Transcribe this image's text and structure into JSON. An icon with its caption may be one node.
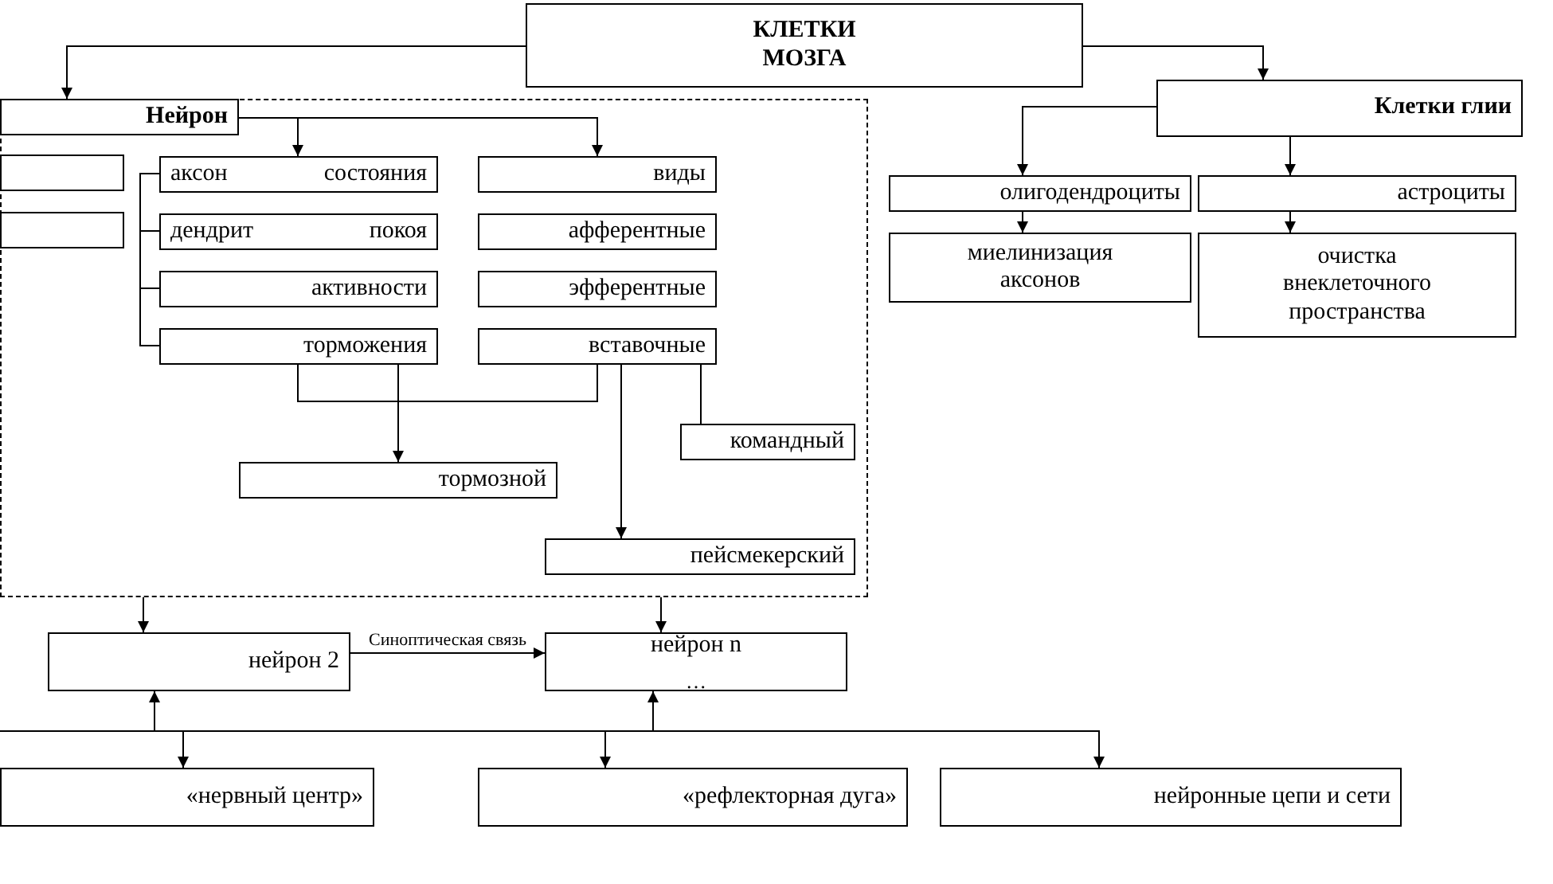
{
  "diagram": {
    "nodes": [
      {
        "text": [
          "КЛЕТКИ МОЗГА"
        ]
      },
      {
        "text": [],
        "shape": "box"
      },
      {
        "text": [
          "Нейрон"
        ],
        "in": 1
      },
      {
        "text": [],
        "shape": "box",
        "in": 1
      },
      {
        "text": [],
        "shape": "box",
        "in": 1
      },
      {
        "text": [
          "аксон",
          "состояния"
        ],
        "in": 1
      },
      {
        "text": [
          "дендрит",
          "покоя"
        ],
        "in": 1
      },
      {
        "text": [
          "активности"
        ],
        "in": 1
      },
      {
        "text": [
          "торможения"
        ],
        "in": 1
      },
      {
        "text": [
          "виды"
        ],
        "in": 1
      },
      {
        "text": [
          "афферентные"
        ],
        "in": 1
      },
      {
        "text": [
          "эфферентные"
        ],
        "in": 1
      },
      {
        "text": [
          "вставочные"
        ],
        "in": 1
      },
      {
        "text": [
          "командный"
        ],
        "in": 1
      },
      {
        "text": [
          "тормозной"
        ],
        "in": 1
      },
      {
        "text": [
          "пейсмекерский"
        ],
        "in": 1
      },
      {
        "text": [
          "Клетки глии"
        ]
      },
      {
        "text": [
          "олигодендроциты"
        ]
      },
      {
        "text": [
          "астроциты"
        ]
      },
      {
        "text": [
          "миелинизация аксонов"
        ]
      },
      {
        "text": [
          "очистка внеклеточного пространства"
        ]
      },
      {
        "text": [
          "нейрон 2"
        ]
      },
      {
        "text": [
          "нейрон n",
          "…"
        ]
      },
      {
        "text": [
          "«нервный центр»"
        ]
      },
      {
        "text": [
          "«рефлекторная дуга»"
        ]
      },
      {
        "text": [
          "нейронные цепи и сети"
        ]
      }
    ],
    "edges": [
      {
        "from": 0,
        "to": 2,
        "arrow": "to"
      },
      {
        "from": 0,
        "to": 16,
        "arrow": "to"
      },
      {
        "from": 2,
        "to": 5,
        "arrow": "to"
      },
      {
        "from": 2,
        "to": 9,
        "arrow": "to"
      },
      {
        "from": 5,
        "to": 6,
        "arrow": "none"
      },
      {
        "from": 5,
        "to": 7,
        "arrow": "none"
      },
      {
        "from": 5,
        "to": 8,
        "arrow": "none"
      },
      {
        "from": 8,
        "to": 12,
        "arrow": "none"
      },
      {
        "from": 8,
        "to": 14,
        "arrow": "to"
      },
      {
        "from": 12,
        "to": 13,
        "arrow": "none"
      },
      {
        "from": 12,
        "to": 15,
        "arrow": "to"
      },
      {
        "from": 1,
        "to": 21,
        "arrow": "to"
      },
      {
        "from": 1,
        "to": 22,
        "arrow": "to"
      },
      {
        "from": 21,
        "to": 22,
        "arrow": "to",
        "label": "Синоптическая связь"
      },
      {
        "from": null,
        "to": 21,
        "arrow": "to"
      },
      {
        "from": null,
        "to": 22,
        "arrow": "to"
      },
      {
        "from": null,
        "to": 23,
        "arrow": "to"
      },
      {
        "from": null,
        "to": 24,
        "arrow": "to"
      },
      {
        "from": null,
        "to": 25,
        "arrow": "to"
      },
      {
        "from": 16,
        "to": 17,
        "arrow": "to"
      },
      {
        "from": 16,
        "to": 18,
        "arrow": "to"
      },
      {
        "from": 17,
        "to": 19,
        "arrow": "to"
      },
      {
        "from": 18,
        "to": 20,
        "arrow": "to"
      }
    ]
  }
}
